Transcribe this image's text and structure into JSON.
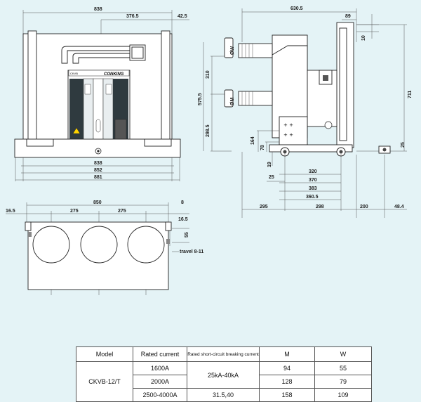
{
  "front_view": {
    "dims": {
      "top_width": "838",
      "center_to_side": "376.5",
      "side_offset": "42.5",
      "bottom_838": "838",
      "bottom_852": "852",
      "bottom_881": "881"
    },
    "brand": "CONKING",
    "model_plate": "CKVB"
  },
  "side_view": {
    "dims": {
      "depth": "630.5",
      "top_89": "89",
      "v_10": "10",
      "h_310": "310",
      "h_575_5": "575.5",
      "h_298_5": "298.5",
      "h_711": "711",
      "h_164": "164",
      "h_78": "78",
      "h_19": "19",
      "h_25_left": "25",
      "h_25_right": "25",
      "d_320": "320",
      "d_370": "370",
      "d_383": "383",
      "d_360_5": "360.5",
      "d_295": "295",
      "d_298": "298",
      "d_200": "200",
      "d_48_4": "48.4"
    },
    "labels": {
      "phi_w": "ØW",
      "phi_m": "ØM"
    }
  },
  "plan_view": {
    "dims": {
      "overall": "850",
      "pitch_1": "275",
      "pitch_2": "275",
      "left_16_5": "16.5",
      "right_16_5": "16.5",
      "right_8": "8",
      "v_55": "55"
    },
    "travel": "travel 8-11"
  },
  "spec_table": {
    "headers": {
      "model": "Model",
      "rated_current": "Rated current",
      "breaking": "Rated short-circuit breaking current",
      "m": "M",
      "w": "W"
    },
    "model_name": "CKVB-12/T",
    "rows": [
      {
        "current": "1600A",
        "m": "94",
        "w": "55"
      },
      {
        "current": "2000A",
        "m": "128",
        "w": "79"
      },
      {
        "current": "2500-4000A",
        "breaking": "31.5,40",
        "m": "158",
        "w": "109"
      }
    ],
    "merged_breaking": "25kA-40kA"
  }
}
